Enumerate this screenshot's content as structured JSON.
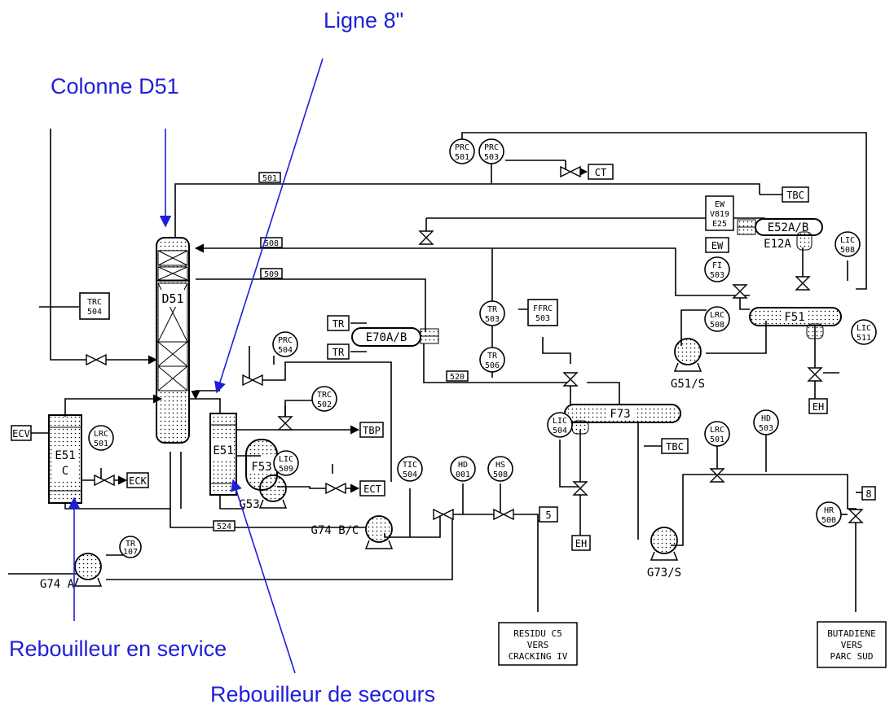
{
  "annotations": {
    "ligne": "Ligne 8\"",
    "colonne": "Colonne D51",
    "rebouilleur_service": "Rebouilleur en service",
    "rebouilleur_secours": "Rebouilleur de secours"
  },
  "colors": {
    "annotation": "#1f1fd8",
    "drawing": "#000000",
    "background": "#ffffff"
  },
  "equipment": {
    "d51": "D51",
    "e51c_1": "E51",
    "e51c_2": "C",
    "e51": "E51",
    "f53": "F53",
    "e70": "E70A/B",
    "e52": "E52A/B",
    "e12a": "E12A",
    "f51": "F51",
    "f73": "F73",
    "g74a": "G74 A",
    "g74bc": "G74 B/C",
    "g53": "G53",
    "g51s": "G51/S",
    "g73s": "G73/S"
  },
  "instruments": {
    "prc501_a": "PRC",
    "prc501_b": "501",
    "prc503_a": "PRC",
    "prc503_b": "503",
    "trc504_a": "TRC",
    "trc504_b": "504",
    "prc504_a": "PRC",
    "prc504_b": "504",
    "trc502_a": "TRC",
    "trc502_b": "502",
    "lrc501_a": "LRC",
    "lrc501_b": "501",
    "lic509_a": "LIC",
    "lic509_b": "509",
    "tic504_a": "TIC",
    "tic504_b": "504",
    "hd001_a": "HD",
    "hd001_b": "001",
    "hs508_a": "HS",
    "hs508_b": "508",
    "tr107_a": "TR",
    "tr107_b": "107",
    "tr503_a": "TR",
    "tr503_b": "503",
    "tr506_a": "TR",
    "tr506_b": "506",
    "ffrc_a": "FFRC",
    "ffrc_b": "503",
    "fi503_a": "FI",
    "fi503_b": "503",
    "lrc508_a": "LRC",
    "lrc508_b": "508",
    "lic508_a": "LIC",
    "lic508_b": "508",
    "lic511_a": "LIC",
    "lic511_b": "511",
    "lic504_a": "LIC",
    "lic504_b": "504",
    "lrc501b_a": "LRC",
    "lrc501b_b": "501",
    "hd503_a": "HD",
    "hd503_b": "503",
    "hr500_a": "HR",
    "hr500_b": "500"
  },
  "tags": {
    "ct": "CT",
    "tbc1": "TBC",
    "tbc2": "TBC",
    "ew1_a": "EW",
    "ew1_b": "V819",
    "ew1_c": "E25",
    "ew2": "EW",
    "tr_a": "TR",
    "tr_b": "TR",
    "tbp": "TBP",
    "ect": "ECT",
    "ecv": "ECV",
    "eck": "ECK",
    "eh1": "EH",
    "eh2": "EH",
    "s5": "5",
    "b8": "8",
    "l501": "501",
    "l508": "508",
    "l509": "509",
    "l520": "520",
    "l524": "524"
  },
  "outlets": {
    "residu": [
      "RESIDU C5",
      "VERS",
      "CRACKING IV"
    ],
    "butadiene": [
      "BUTADIENE",
      "VERS",
      "PARC SUD"
    ]
  }
}
